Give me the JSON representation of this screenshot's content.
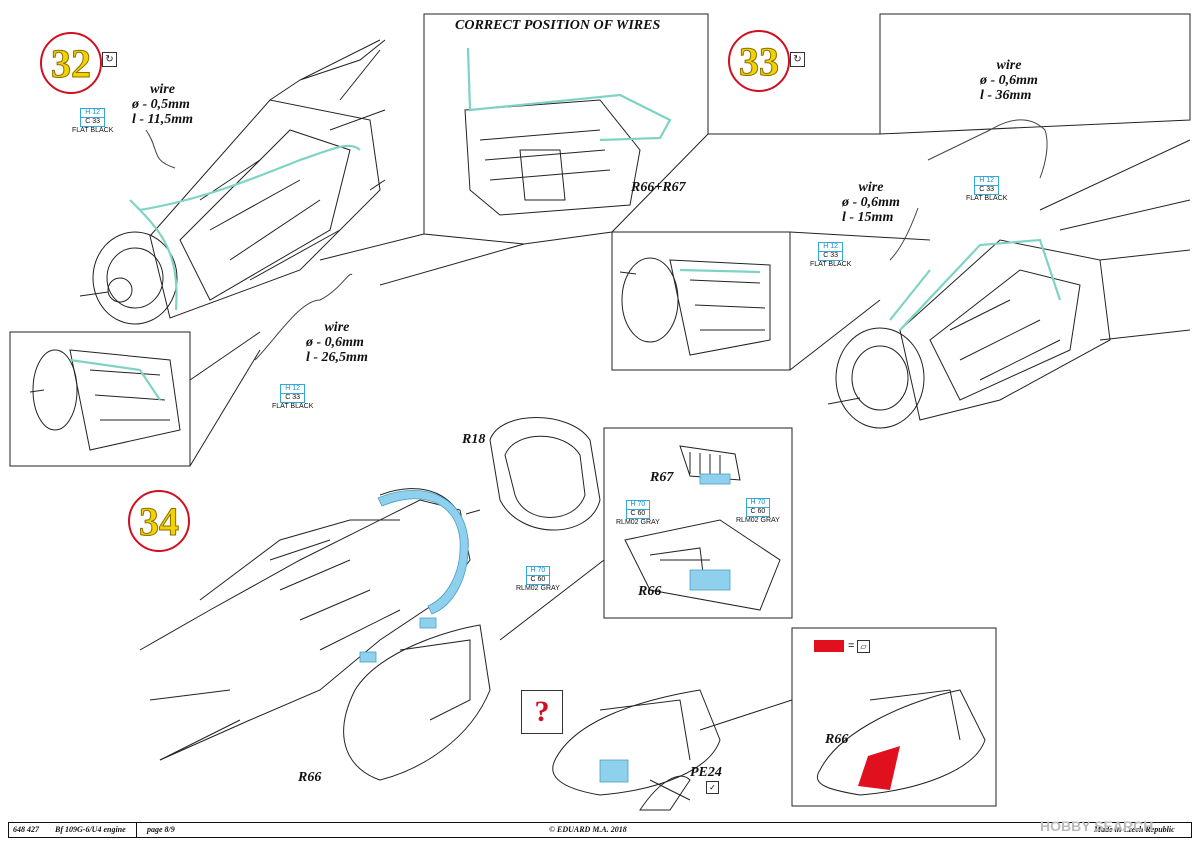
{
  "steps": {
    "s32": "32",
    "s33": "33",
    "s34": "34",
    "rotate_icon": "rotate-icon"
  },
  "top_panel_title": "CORRECT POSITION OF WIRES",
  "wires": {
    "w32a": {
      "title": "wire",
      "dia": "ø - 0,5mm",
      "len": "l - 11,5mm"
    },
    "w32b": {
      "title": "wire",
      "dia": "ø - 0,6mm",
      "len": "l - 26,5mm"
    },
    "w33a": {
      "title": "wire",
      "dia": "ø - 0,6mm",
      "len": "l - 36mm"
    },
    "w33b": {
      "title": "wire",
      "dia": "ø - 0,6mm",
      "len": "l - 15mm"
    }
  },
  "paint": {
    "p1": {
      "h": "H 12",
      "c": "C 33",
      "name": "FLAT BLACK"
    },
    "p2": {
      "h": "H 12",
      "c": "C 33",
      "name": "FLAT BLACK"
    },
    "p3": {
      "h": "H 12",
      "c": "C 33",
      "name": "FLAT BLACK"
    },
    "p4": {
      "h": "H 12",
      "c": "C 33",
      "name": "FLAT BLACK"
    },
    "p5": {
      "h": "H 70",
      "c": "C 60",
      "name": "RLM02 GRAY"
    },
    "p6": {
      "h": "H 70",
      "c": "C 60",
      "name": "RLM02 GRAY"
    },
    "p7": {
      "h": "H 70",
      "c": "C 60",
      "name": "RLM02 GRAY"
    }
  },
  "parts": {
    "r66r67": "R66+R67",
    "r18": "R18",
    "r67": "R67",
    "r66_inset": "R66",
    "r66_main": "R66",
    "pe24": "PE24",
    "r66_right": "R66"
  },
  "question_mark": "?",
  "check_glyph": "✓",
  "legend_eq": "=",
  "footer": {
    "code": "648 427",
    "title": "Bf 109G-6/U4 engine",
    "page": "page 8/9",
    "copyright": "© EDUARD  M.A. 2018",
    "made_in": "Made in Czech Republic",
    "watermark": "HOBBY SEARCH"
  },
  "colors": {
    "wire": "#7fd3c4",
    "paint_code": "#1a8fc4",
    "badge_red": "#d01020",
    "badge_yellow": "#f2d200",
    "decal_red": "#e0101e",
    "pe_blue": "#8fd0ec"
  }
}
